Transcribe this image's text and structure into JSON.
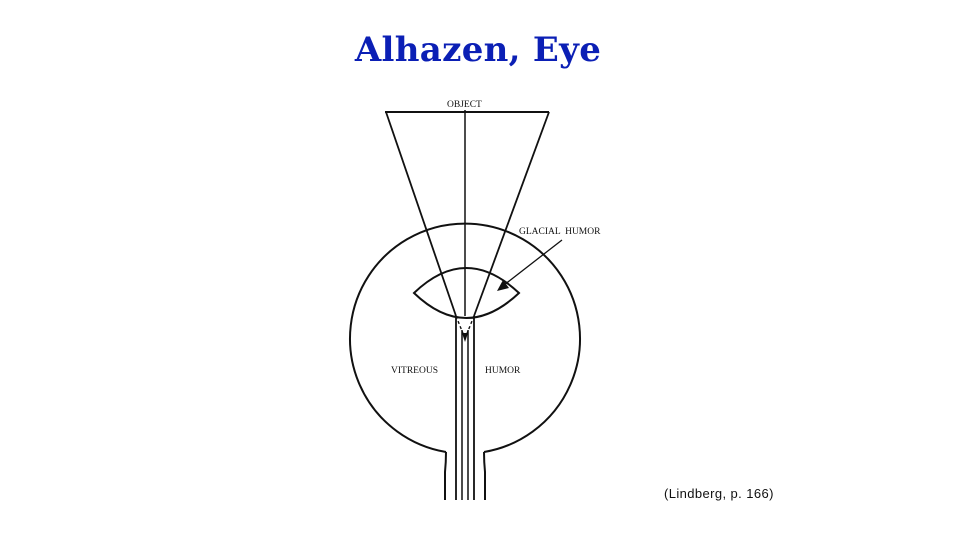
{
  "slide": {
    "title": "Alhazen, Eye",
    "citation": "(Lindberg, p. 166)"
  },
  "diagram": {
    "labels": {
      "object": "OBJECT",
      "glacial_humor": "GLACIAL  HUMOR",
      "vitreous": "VITREOUS",
      "humor": "HUMOR"
    }
  }
}
